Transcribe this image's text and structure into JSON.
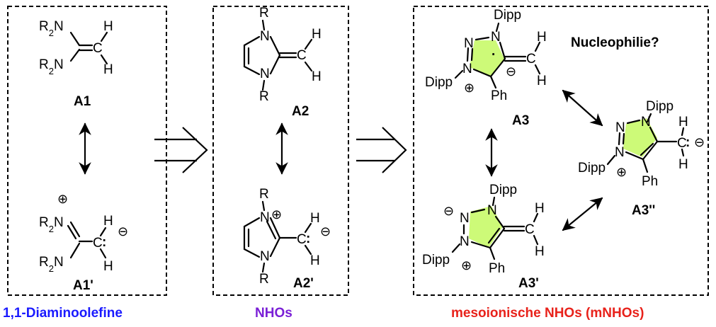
{
  "captions": {
    "left": "1,1-Diaminoolefine",
    "middle": "NHOs",
    "right": "mesoionische NHOs (mNHOs)"
  },
  "question": "Nucleophilie?",
  "compounds": {
    "a1": "A1",
    "a1p": "A1'",
    "a2": "A2",
    "a2p": "A2'",
    "a3": "A3",
    "a3p": "A3'",
    "a3pp": "A3''"
  },
  "atoms": {
    "r2n": "R",
    "sub2": "2",
    "n": "N",
    "c": "C",
    "h": "H",
    "r": "R",
    "dipp": "Dipp",
    "ph": "Ph",
    "plus": "⊕",
    "minus": "⊖",
    "lonepair": ":"
  },
  "colors": {
    "caption_left": "#1a1aff",
    "caption_middle": "#7a1fd6",
    "caption_right": "#e8221b",
    "ring_fill": "#cdfa78"
  }
}
